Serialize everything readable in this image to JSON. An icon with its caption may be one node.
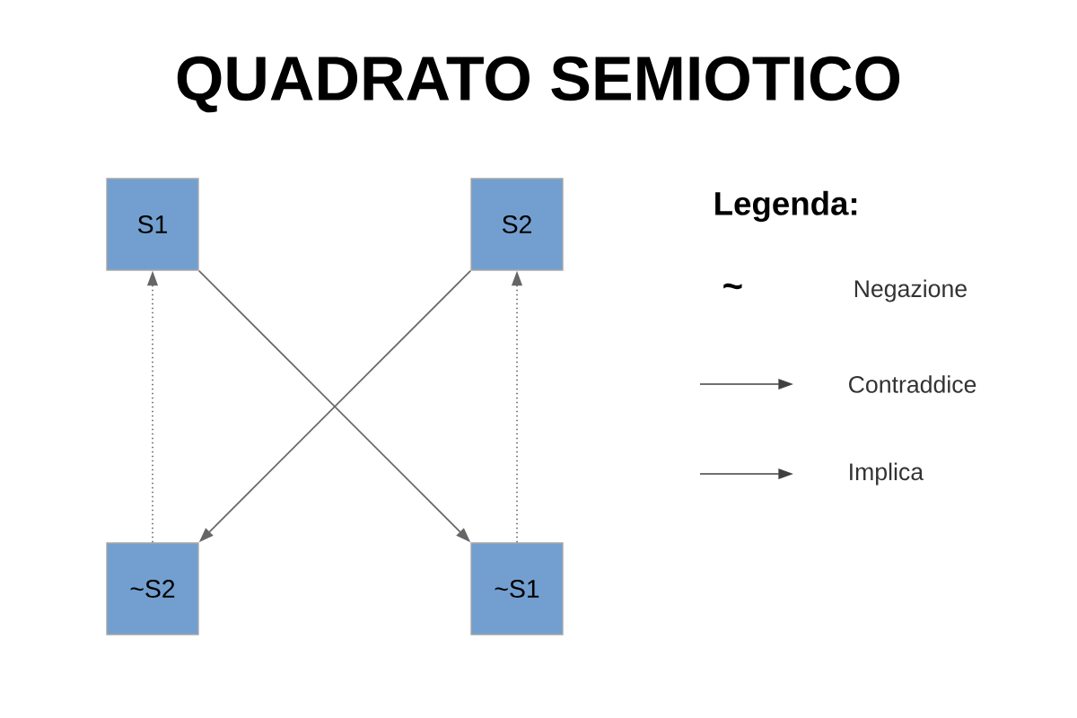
{
  "diagram": {
    "title": "QUADRATO SEMIOTICO",
    "nodes": [
      {
        "text": [
          "S1"
        ]
      },
      {
        "text": [
          "S2"
        ]
      },
      {
        "text": [
          "~S2"
        ]
      },
      {
        "text": [
          "~S1"
        ]
      }
    ],
    "edges": [
      {
        "from": 0,
        "to": 3,
        "arrow": "to"
      },
      {
        "from": 1,
        "to": 2,
        "arrow": "to"
      },
      {
        "from": 2,
        "to": 0,
        "arrow": "to",
        "style": "dashed"
      },
      {
        "from": 3,
        "to": 1,
        "arrow": "to",
        "style": "dashed"
      }
    ],
    "labels": [
      "Legenda:",
      "~"
    ],
    "legend": [
      {
        "text": "Negazione"
      },
      {
        "text": "Contraddice"
      },
      {
        "text": "Implica"
      }
    ]
  }
}
